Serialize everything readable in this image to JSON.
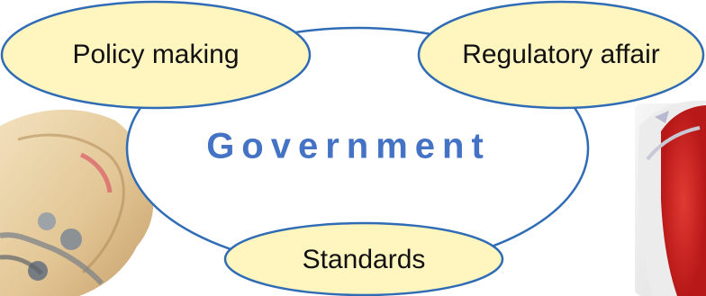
{
  "diagram": {
    "center_label": "Government",
    "nodes": [
      {
        "id": "policy",
        "label": "Policy making"
      },
      {
        "id": "regulatory",
        "label": "Regulatory affair"
      },
      {
        "id": "standards",
        "label": "Standards"
      }
    ]
  },
  "colors": {
    "node_fill": "#FFF5BF",
    "outline": "#2F6CB5",
    "center_text": "#4472C4",
    "node_text": "#111111"
  },
  "images": [
    {
      "name": "dental-model-photo"
    },
    {
      "name": "device-photo"
    }
  ]
}
